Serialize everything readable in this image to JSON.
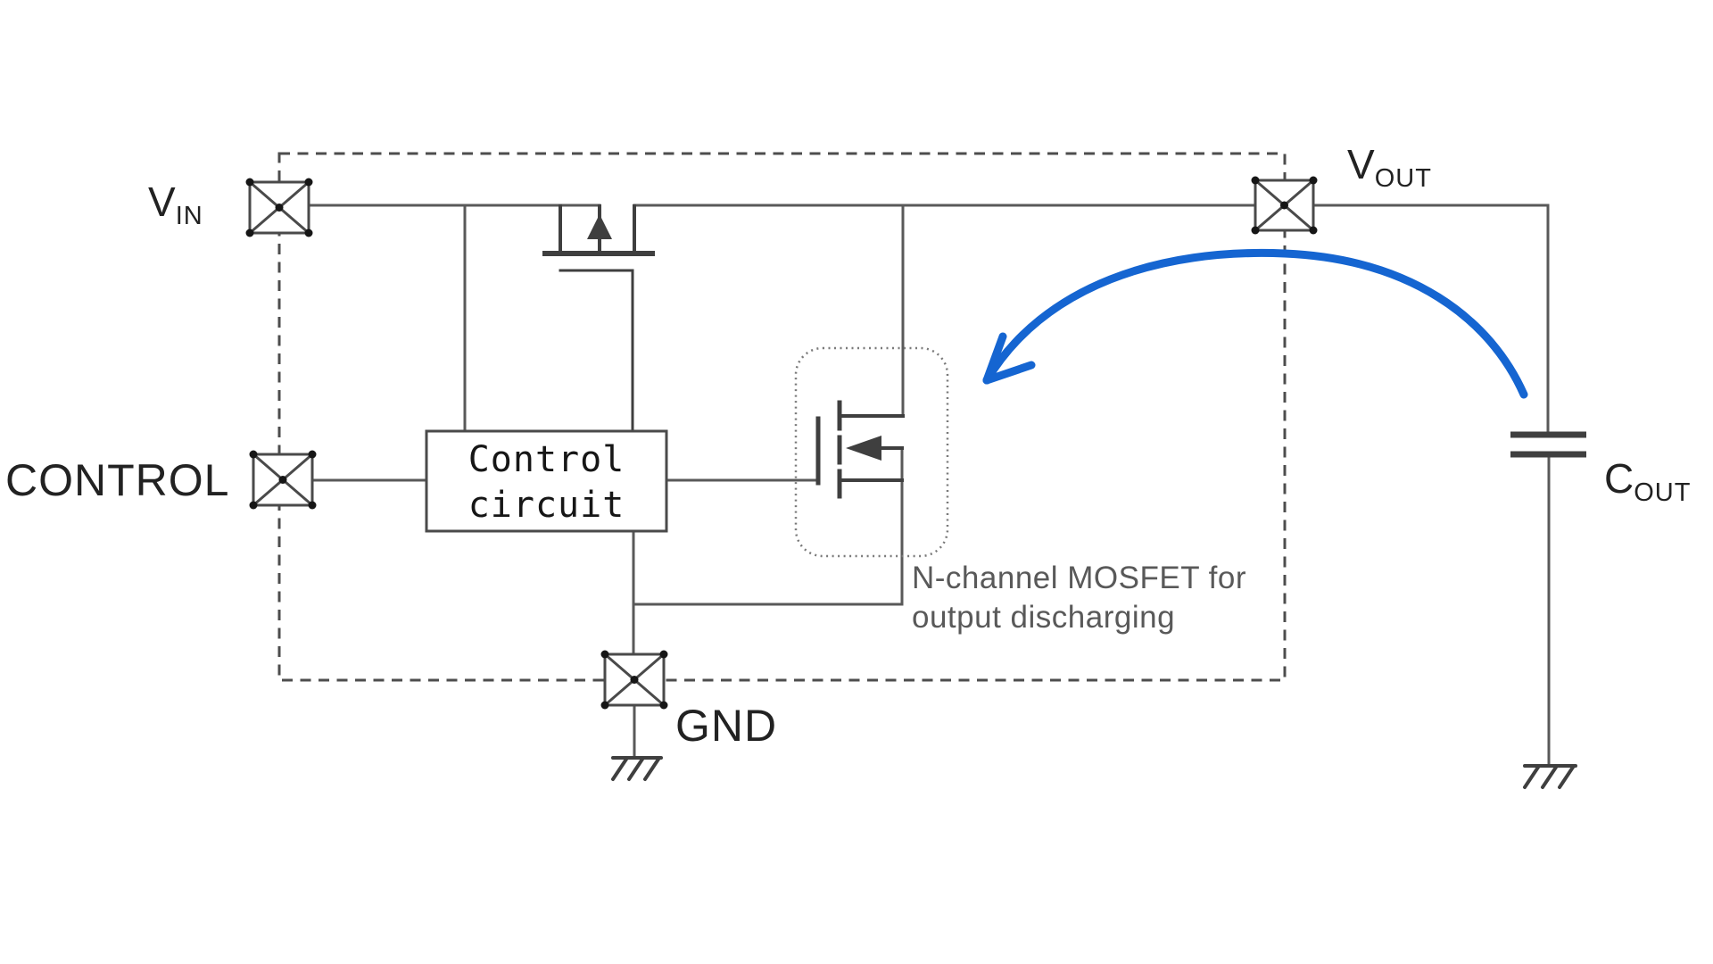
{
  "labels": {
    "vin": {
      "base": "V",
      "sub": "IN"
    },
    "vout": {
      "base": "V",
      "sub": "OUT"
    },
    "cout": {
      "base": "C",
      "sub": "OUT"
    },
    "control_pin": "CONTROL",
    "gnd_pin": "GND",
    "control_block": {
      "line1": "Control",
      "line2": "circuit"
    },
    "annotation": {
      "line1": "N-channel MOSFET for",
      "line2": "output discharging"
    }
  },
  "colors": {
    "background": "#ffffff",
    "wire": "#595959",
    "symbol": "#3f3f3f",
    "terminal": "#4a4a4a",
    "terminal_dot": "#161616",
    "dashed_boundary": "#4d4d4d",
    "dotted_highlight": "#7a7a7a",
    "label_text": "#222222",
    "annotation_text": "#595959",
    "arrow_blue": "#1565d1"
  }
}
